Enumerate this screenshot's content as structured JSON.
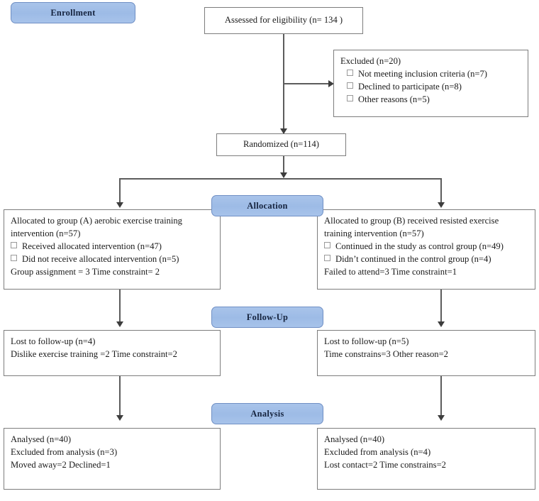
{
  "diagram": {
    "title": "CONSORT participant flow diagram",
    "type": "flowchart",
    "accent_color": "#a3c0e8",
    "banner_text_color": "#16243f",
    "box_border_color": "#7d7d7d",
    "connector_color": "#5c5c5c"
  },
  "stages": {
    "enrollment": "Enrollment",
    "allocation": "Allocation",
    "followup": "Follow-Up",
    "analysis": "Analysis"
  },
  "assessed": {
    "line1": "Assessed for eligibility (n= 134 )"
  },
  "excluded": {
    "heading": "Excluded  (n=20)",
    "items": [
      "Not meeting inclusion criteria (n=7)",
      "Declined to participate (n=8)",
      "Other reasons (n=5)"
    ]
  },
  "randomized": {
    "line1": "Randomized (n=114)"
  },
  "allocation_left": {
    "line1": "Allocated to group (A) aerobic exercise training",
    "line2": "intervention (n=57)",
    "items": [
      "Received allocated intervention (n=47)",
      "Did not receive allocated intervention (n=5)"
    ],
    "line3": "Group assignment = 3    Time constraint= 2"
  },
  "allocation_right": {
    "line1": "Allocated to group (B) received resisted exercise",
    "line2": "training intervention (n=57)",
    "items": [
      "Continued in the study as control group (n=49)",
      "Didn’t  continued in the control group (n=4)"
    ],
    "line3": "Failed to attend=3     Time constraint=1"
  },
  "followup_left": {
    "line1": "Lost to follow-up (n=4)",
    "line2": "Dislike exercise training =2  Time constraint=2"
  },
  "followup_right": {
    "line1": "Lost to follow-up  (n=5)",
    "line2": "Time constrains=3   Other reason=2"
  },
  "analysis_left": {
    "line1": "Analysed  (n=40)",
    "line2": "Excluded from analysis (n=3)",
    "line3": "Moved away=2  Declined=1"
  },
  "analysis_right": {
    "line1": "Analysed  (n=40)",
    "line2": "Excluded from analysis (n=4)",
    "line3": "Lost contact=2 Time constrains=2"
  }
}
